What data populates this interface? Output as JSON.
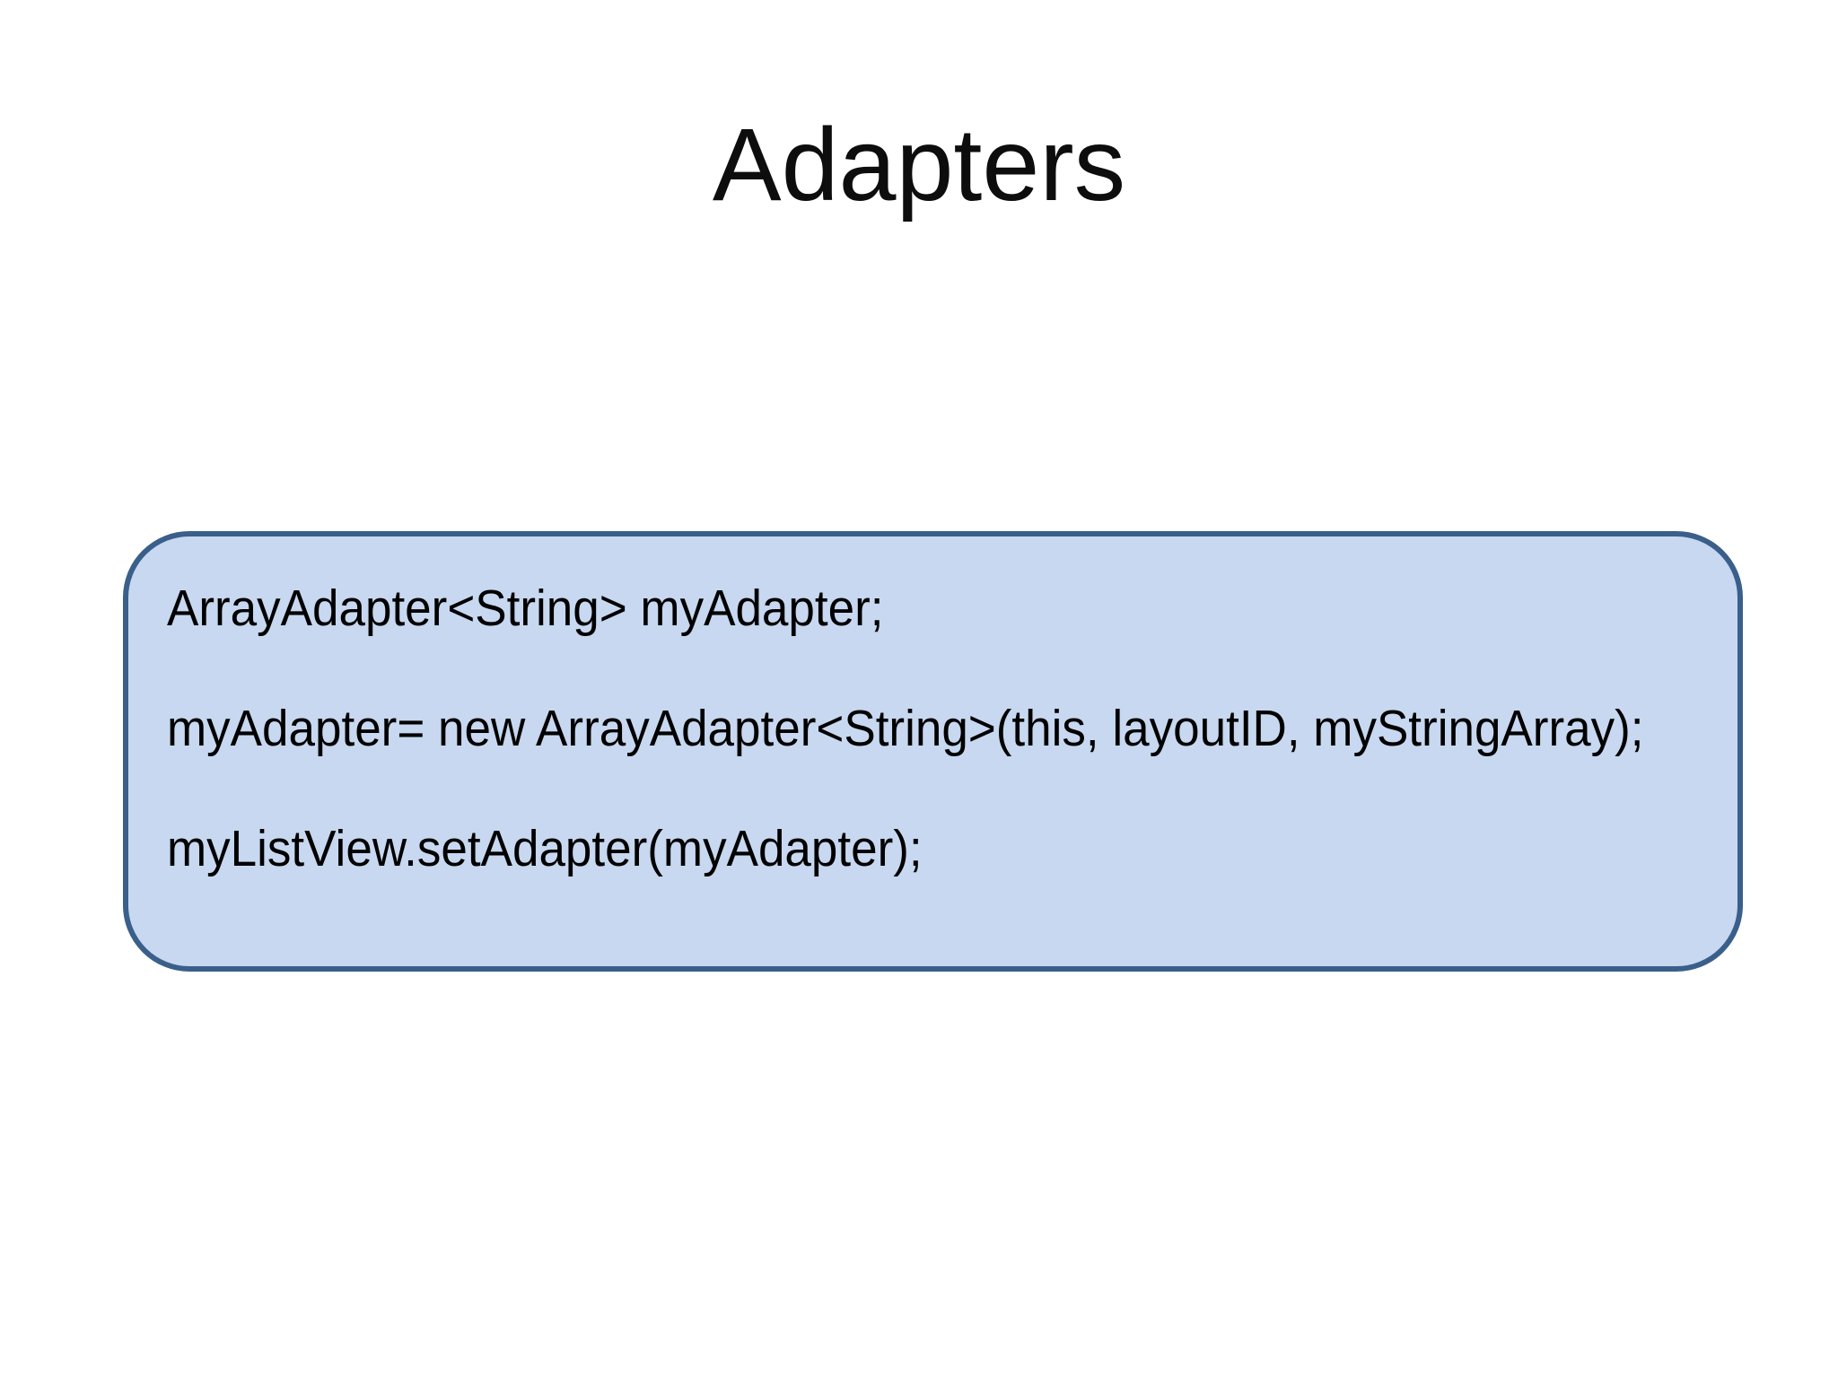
{
  "slide": {
    "title": "Adapters",
    "background_color": "#ffffff",
    "text_color": "#000000",
    "code_box": {
      "fill_color": "#c7d8f0",
      "border_color": "#3a5f8a",
      "lines": [
        "ArrayAdapter<String> myAdapter;",
        "myAdapter= new ArrayAdapter<String>(this, layoutID, myStringArray);",
        "myListView.setAdapter(myAdapter);"
      ]
    }
  }
}
